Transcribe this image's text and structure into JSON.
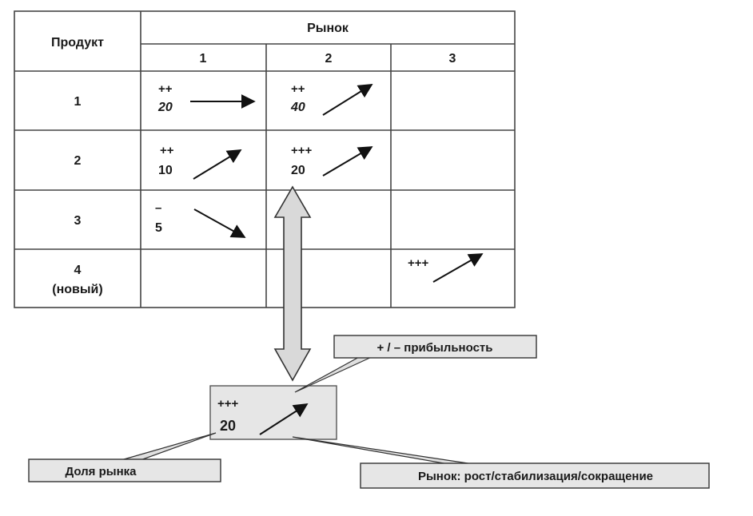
{
  "table": {
    "product_header": "Продукт",
    "market_header": "Рынок",
    "market_columns": [
      "1",
      "2",
      "3"
    ],
    "rows": [
      {
        "label": "1",
        "sublabel": ""
      },
      {
        "label": "2",
        "sublabel": ""
      },
      {
        "label": "3",
        "sublabel": ""
      },
      {
        "label": "4",
        "sublabel": "(новый)"
      }
    ],
    "cells": [
      {
        "row": 1,
        "col": 1,
        "profit": "++",
        "share": "20",
        "trend": "stable"
      },
      {
        "row": 1,
        "col": 2,
        "profit": "++",
        "share": "40",
        "trend": "growth"
      },
      {
        "row": 2,
        "col": 1,
        "profit": "++",
        "share": "10",
        "trend": "growth"
      },
      {
        "row": 2,
        "col": 2,
        "profit": "+++",
        "share": "20",
        "trend": "growth"
      },
      {
        "row": 3,
        "col": 1,
        "profit": "–",
        "share": "5",
        "trend": "decline"
      },
      {
        "row": 4,
        "col": 3,
        "profit": "+++",
        "share": "",
        "trend": "growth"
      }
    ]
  },
  "legend": {
    "profit": "+",
    "share": "20",
    "example_profit": "+++",
    "profitability_label": "+ / – прибыльность",
    "market_share_label": "Доля рынка",
    "market_trend_label": "Рынок: рост/стабилизация/сокращение"
  },
  "colors": {
    "box_fill": "#e6e6e6",
    "arrow_fill": "#d9d9d9",
    "line": "#444444"
  }
}
